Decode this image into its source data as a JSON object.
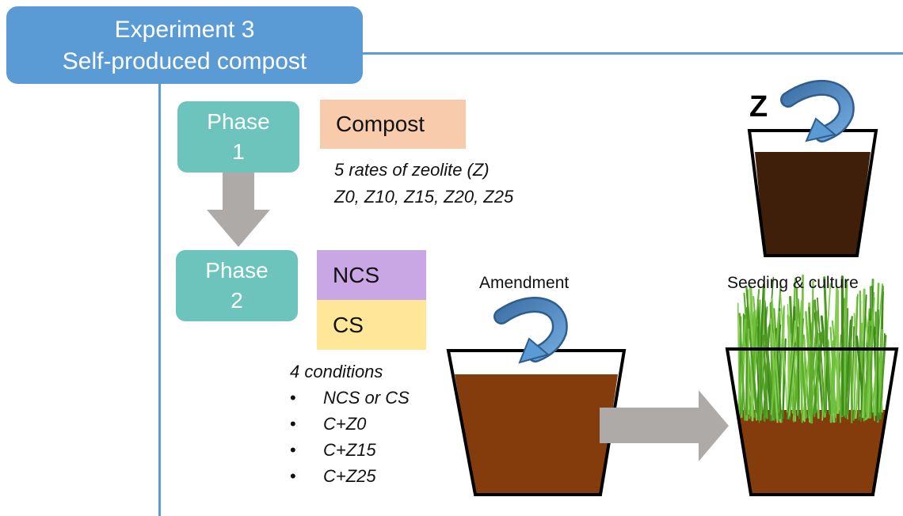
{
  "header": {
    "line1": "Experiment 3",
    "line2": "Self-produced compost"
  },
  "phase1": {
    "line1": "Phase",
    "line2": "1"
  },
  "phase2": {
    "line1": "Phase",
    "line2": "2"
  },
  "compost_box": {
    "label": "Compost",
    "color": "#f8cbad"
  },
  "ncs_box": {
    "label": "NCS",
    "color": "#c9a6e4"
  },
  "cs_box": {
    "label": "CS",
    "color": "#ffe699"
  },
  "zeolite_text": {
    "line1": "5 rates of zeolite (Z)",
    "line2": "Z0, Z10, Z15, Z20, Z25"
  },
  "conditions": {
    "title": "4 conditions",
    "items": [
      "NCS or CS",
      "C+Z0",
      "C+Z15",
      "C+Z25"
    ]
  },
  "labels": {
    "z": "Z",
    "amendment": "Amendment",
    "seeding": "Seeding & culture"
  },
  "colors": {
    "accent": "#5b9bd5",
    "phase": "#6cc4bc",
    "soil_dark": "#3f1f0a",
    "soil": "#843c0c",
    "grass": "#5fae2e",
    "arrow_gray": "#aeaaa8"
  }
}
